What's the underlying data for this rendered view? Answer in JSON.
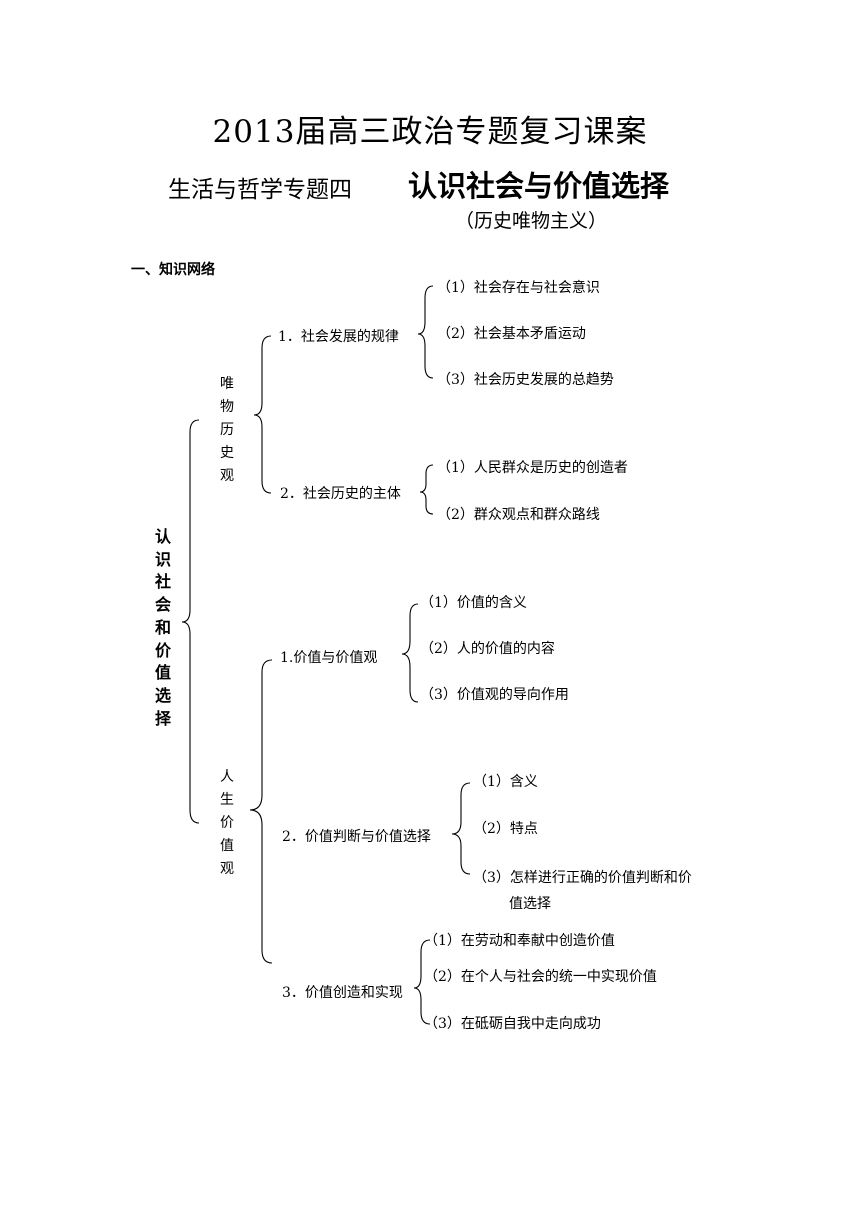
{
  "document": {
    "title": "2013届高三政治专题复习课案",
    "subtitle_left": "生活与哲学专题四",
    "subtitle_right": "认识社会与价值选择",
    "subtitle_paren": "（历史唯物主义）",
    "section_heading": "一、知识网络"
  },
  "tree": {
    "root": "认识社会和价值选择",
    "branch1": {
      "label": "唯物历史观",
      "node1": {
        "label": "1．社会发展的规律",
        "items": [
          "（1）社会存在与社会意识",
          "（2）社会基本矛盾运动",
          "（3）社会历史发展的总趋势"
        ]
      },
      "node2": {
        "label": "2．社会历史的主体",
        "items": [
          "（1）人民群众是历史的创造者",
          "（2）群众观点和群众路线"
        ]
      }
    },
    "branch2": {
      "label": "人生价值观",
      "node1": {
        "label": "1.价值与价值观",
        "items": [
          "（1）价值的含义",
          "（2）人的价值的内容",
          "（3）价值观的导向作用"
        ]
      },
      "node2": {
        "label": "2．价值判断与价值选择",
        "items": [
          "（1）含义",
          "（2）特点",
          "（3）怎样进行正确的价值判断和价",
          "值选择"
        ]
      },
      "node3": {
        "label": "3．价值创造和实现",
        "items": [
          "（1）在劳动和奉献中创造价值",
          "（2）在个人与社会的统一中实现价值",
          "（3）在砥砺自我中走向成功"
        ]
      }
    }
  }
}
